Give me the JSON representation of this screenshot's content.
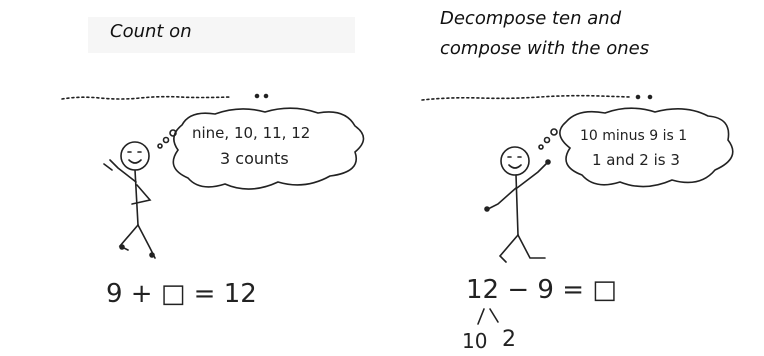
{
  "panels": {
    "left": {
      "title": "Count on",
      "thought": {
        "line1": "nine, 10, 11, 12",
        "line2": "3 counts"
      },
      "equation": "9 + □ = 12"
    },
    "right": {
      "title_line1": "Decompose ten and",
      "title_line2": "compose with the ones",
      "thought": {
        "line1": "10 minus 9 is 1",
        "line2": "1 and 2 is 3"
      },
      "equation": "12 − 9 = □",
      "decomposition": {
        "left": "10",
        "right": "2"
      }
    }
  }
}
